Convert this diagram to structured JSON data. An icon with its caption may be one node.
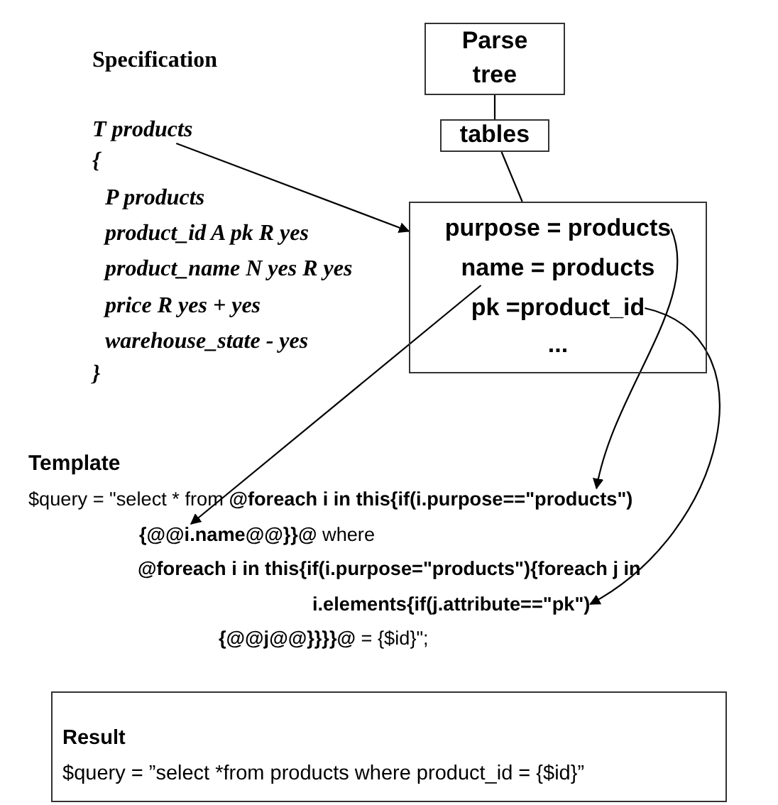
{
  "diagram": {
    "nodes": [
      {
        "text": [
          "Parse tree"
        ]
      },
      {
        "text": [
          "tables"
        ]
      },
      {
        "text": [],
        "shape": "box"
      },
      {
        "text": [
          "purpose = products"
        ],
        "in": 2
      },
      {
        "text": [
          "name = products"
        ],
        "in": 2
      },
      {
        "text": [
          "pk =product_id"
        ],
        "in": 2
      },
      {
        "text": [
          "..."
        ],
        "in": 2
      },
      {
        "text": [
          "T products"
        ]
      },
      {
        "text": [
          "$query = \"select * from **@foreach i in this{if(i.purpose==\"products\")**"
        ]
      },
      {
        "text": [
          "**{@@i.name@@}}@** where"
        ]
      },
      {
        "text": [
          "i.elements{if(j.attribute==\"pk\")"
        ]
      },
      {
        "text": [
          "Result",
          "$query = ”select *from products where product_id = {$id}”"
        ]
      }
    ],
    "edges": [
      {
        "from": 0,
        "to": 1,
        "arrow": "none"
      },
      {
        "from": 1,
        "to": 2,
        "arrow": "none"
      },
      {
        "from": 7,
        "to": 2,
        "arrow": "to"
      },
      {
        "from": 3,
        "to": 8,
        "arrow": "to"
      },
      {
        "from": 4,
        "to": 9,
        "arrow": "to"
      },
      {
        "from": 5,
        "to": 10,
        "arrow": "to"
      }
    ],
    "labels": [
      "Specification",
      "{",
      "P products",
      "product_id A pk R yes",
      "product_name N yes R yes",
      "price R yes + yes",
      "warehouse_state - yes",
      "}",
      "Template",
      "@foreach i in this{if(i.purpose=\"products\"){foreach j in",
      "**{@@j@@}}}}@** = {$id}\";"
    ]
  }
}
